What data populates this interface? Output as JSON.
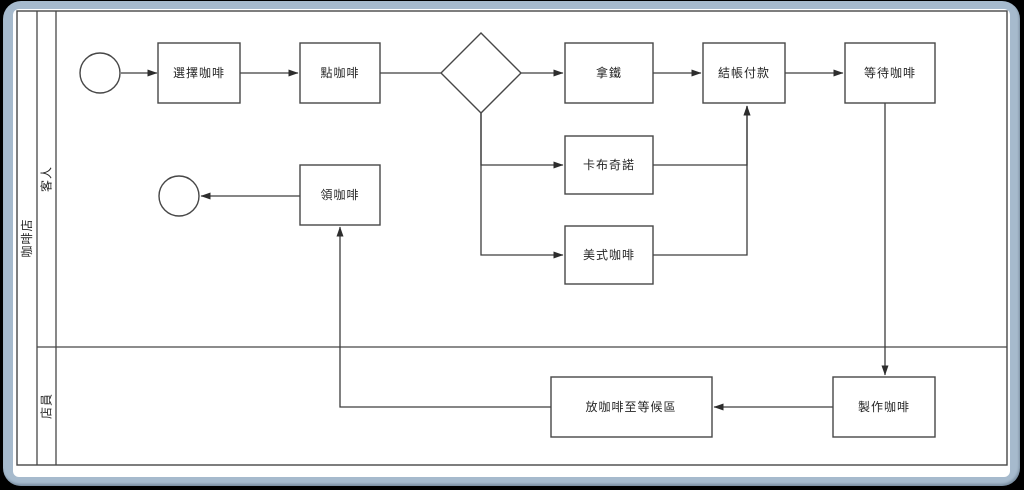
{
  "window": {
    "background_color": "#000000",
    "frame_color": "#a6bacd",
    "canvas_color": "#ffffff",
    "stroke_color": "#3d3d3d"
  },
  "diagram": {
    "pool": {
      "title": "咖啡店"
    },
    "lanes": [
      {
        "id": "customer",
        "label": "客人"
      },
      {
        "id": "staff",
        "label": "店員"
      }
    ],
    "nodes": {
      "start_event": {
        "type": "start-circle",
        "label": ""
      },
      "choose": {
        "label": "選擇咖啡"
      },
      "order": {
        "label": "點咖啡"
      },
      "gateway": {
        "type": "decision-diamond",
        "label": ""
      },
      "latte": {
        "label": "拿鐵"
      },
      "cappuccino": {
        "label": "卡布奇諾"
      },
      "americano": {
        "label": "美式咖啡"
      },
      "pay": {
        "label": "結帳付款"
      },
      "wait": {
        "label": "等待咖啡"
      },
      "pickup": {
        "label": "領咖啡"
      },
      "place": {
        "label": "放咖啡至等候區"
      },
      "make": {
        "label": "製作咖啡"
      },
      "end_event": {
        "type": "end-circle",
        "label": ""
      }
    },
    "edges": [
      {
        "from": "start_event",
        "to": "choose",
        "arrow": true
      },
      {
        "from": "choose",
        "to": "order",
        "arrow": true
      },
      {
        "from": "order",
        "to": "gateway",
        "arrow": false
      },
      {
        "from": "gateway",
        "to": "latte",
        "arrow": true
      },
      {
        "from": "gateway",
        "to": "cappuccino",
        "arrow": true
      },
      {
        "from": "gateway",
        "to": "americano",
        "arrow": true
      },
      {
        "from": "latte",
        "to": "pay",
        "arrow": true
      },
      {
        "from": "cappuccino",
        "to": "pay",
        "arrow": true
      },
      {
        "from": "americano",
        "to": "pay",
        "arrow": true
      },
      {
        "from": "pay",
        "to": "wait",
        "arrow": true
      },
      {
        "from": "wait",
        "to": "make",
        "arrow": true
      },
      {
        "from": "make",
        "to": "place",
        "arrow": true
      },
      {
        "from": "place",
        "to": "pickup",
        "arrow": true
      },
      {
        "from": "pickup",
        "to": "end_event",
        "arrow": true
      }
    ]
  }
}
